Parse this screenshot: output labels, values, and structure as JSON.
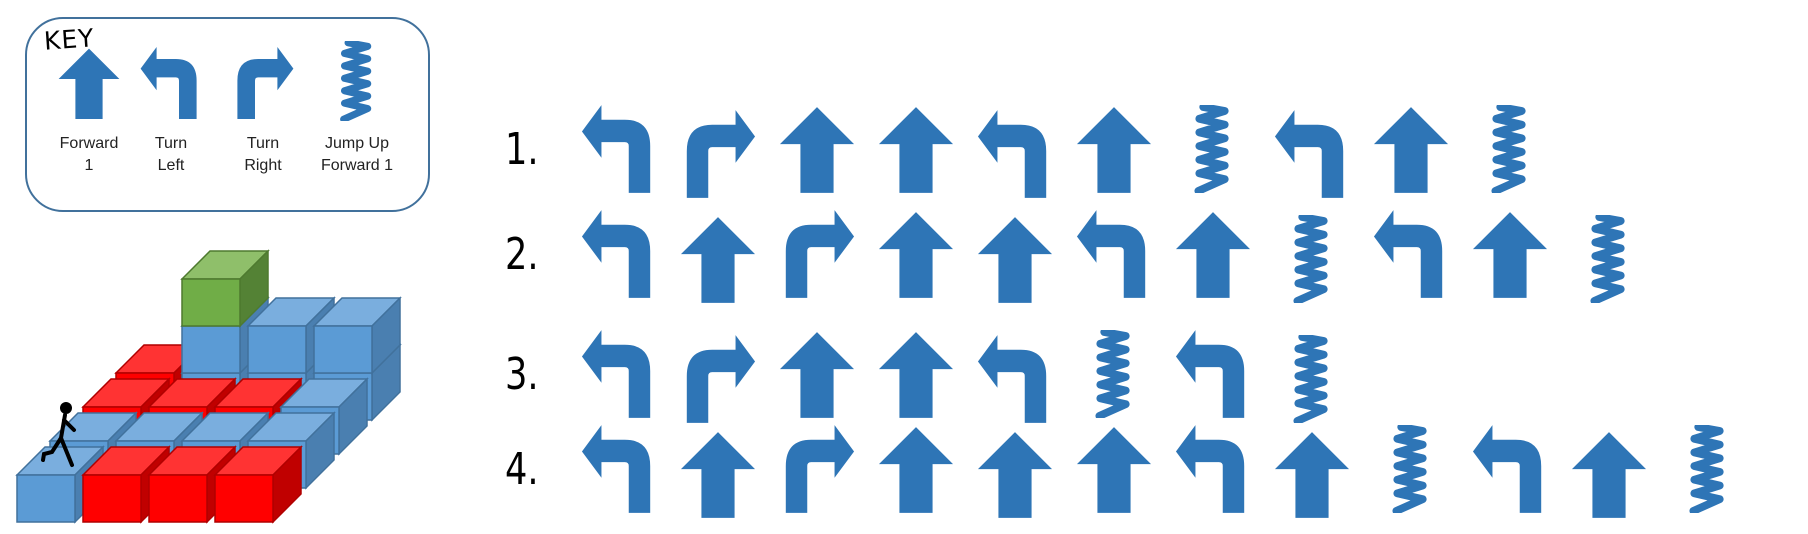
{
  "key": {
    "title": "KEY",
    "items": [
      {
        "icon": "forward",
        "label": "Forward\n1"
      },
      {
        "icon": "left",
        "label": "Turn\nLeft"
      },
      {
        "icon": "right",
        "label": "Turn\nRight"
      },
      {
        "icon": "jump",
        "label": "Jump Up\nForward 1"
      }
    ]
  },
  "colors": {
    "arrow": "#2e75b6",
    "border": "#41719c"
  },
  "sequences": [
    {
      "label": "1.",
      "steps": [
        "left",
        "right",
        "forward",
        "forward",
        "left",
        "forward",
        "jump",
        "left",
        "forward",
        "jump"
      ]
    },
    {
      "label": "2.",
      "steps": [
        "left",
        "forward",
        "right",
        "forward",
        "forward",
        "left",
        "forward",
        "jump",
        "left",
        "forward",
        "jump"
      ]
    },
    {
      "label": "3.",
      "steps": [
        "left",
        "right",
        "forward",
        "forward",
        "left",
        "jump",
        "left",
        "jump"
      ]
    },
    {
      "label": "4.",
      "steps": [
        "left",
        "forward",
        "right",
        "forward",
        "forward",
        "forward",
        "left",
        "forward",
        "jump",
        "left",
        "forward",
        "jump"
      ]
    }
  ]
}
